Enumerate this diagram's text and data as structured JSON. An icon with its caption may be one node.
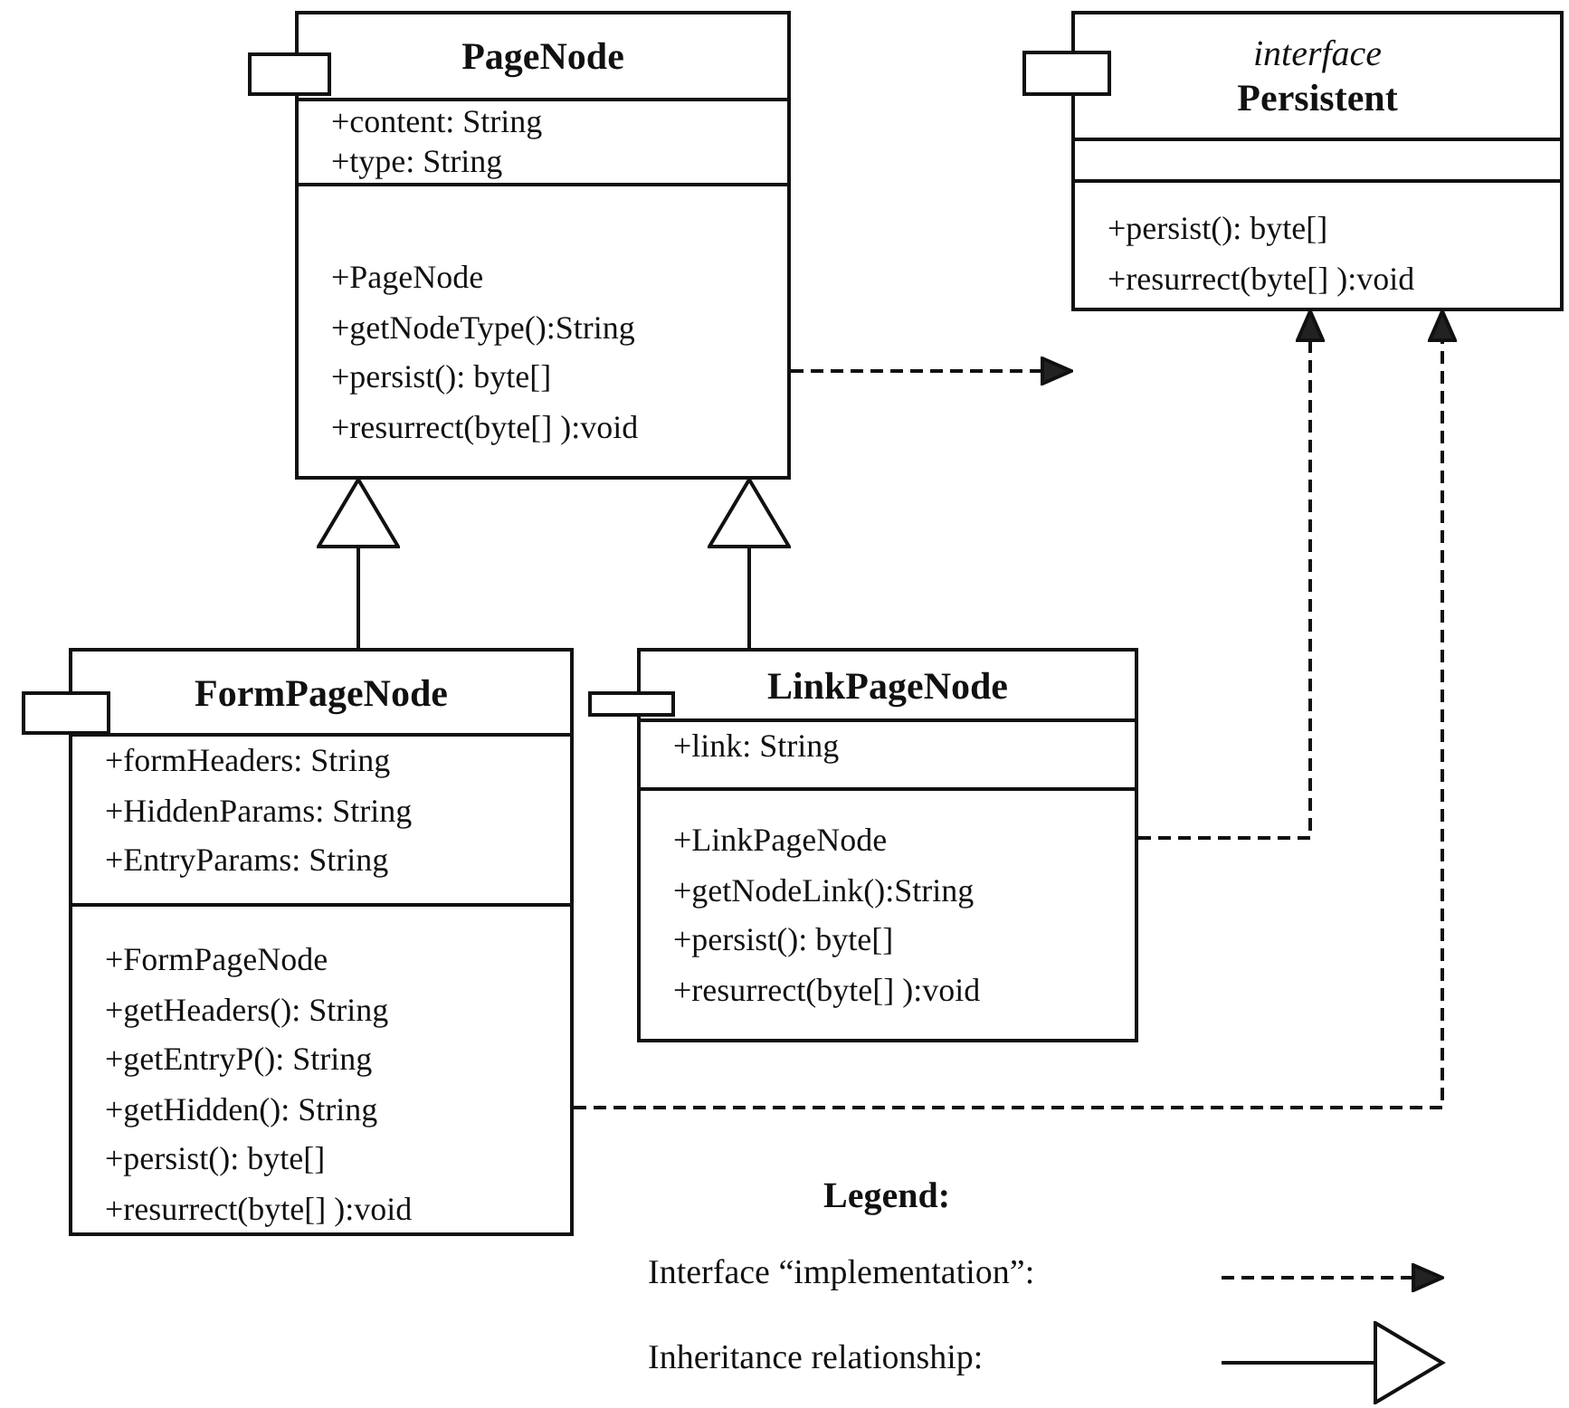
{
  "diagram": {
    "nodes": [
      {
        "text": [
          "PageNode"
        ]
      },
      {
        "text": [
          "+content: String",
          "+type: String"
        ],
        "in": 0
      },
      {
        "text": [
          "+PageNode",
          "+getNodeType():String",
          "+persist(): byte[]",
          "+resurrect(byte[] ):void"
        ],
        "in": 0
      },
      {
        "text": [
          "interface",
          "Persistent"
        ]
      },
      {
        "text": [],
        "shape": "box",
        "in": 3
      },
      {
        "text": [
          "+persist(): byte[]",
          "+resurrect(byte[] ):void"
        ],
        "in": 3
      },
      {
        "text": [
          "FormPageNode"
        ]
      },
      {
        "text": [
          "+formHeaders: String",
          "+HiddenParams: String",
          "+EntryParams: String"
        ],
        "in": 6
      },
      {
        "text": [
          "+FormPageNode",
          "+getHeaders(): String",
          "+getEntryP(): String",
          "+getHidden(): String",
          "+persist(): byte[]",
          "+resurrect(byte[] ):void"
        ],
        "in": 6
      },
      {
        "text": [
          "LinkPageNode"
        ]
      },
      {
        "text": [
          "+link: String"
        ],
        "in": 9
      },
      {
        "text": [
          "+LinkPageNode",
          "+getNodeLink():String",
          "+persist(): byte[]",
          "+resurrect(byte[] ):void"
        ],
        "in": 9
      }
    ],
    "edges": [
      {
        "from": 0,
        "to": 3,
        "arrow": "to",
        "style": "dashed"
      },
      {
        "from": 6,
        "to": 0,
        "arrow": "to"
      },
      {
        "from": 9,
        "to": 0,
        "arrow": "to"
      },
      {
        "from": 9,
        "to": 3,
        "arrow": "to",
        "style": "dashed"
      },
      {
        "from": 6,
        "to": 3,
        "arrow": "to",
        "style": "dashed"
      }
    ],
    "labels": [
      "Legend:"
    ],
    "legend": [
      {
        "text": "Interface “implementation”:"
      },
      {
        "text": "Inheritance relationship:"
      }
    ]
  }
}
